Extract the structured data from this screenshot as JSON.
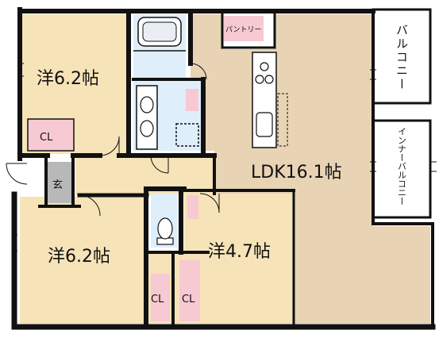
{
  "colors": {
    "floor": "#f6e3b8",
    "ldk_floor": "#e8d3b5",
    "wall": "#111111",
    "wet_area": "#dfeefb",
    "closet": "#f7c9d3",
    "entrance": "#b8b8b8",
    "balcony": "#ffffff"
  },
  "rooms": {
    "western_top": "洋6.2帖",
    "western_bottom": "洋6.2帖",
    "western_middle": "洋4.7帖",
    "ldk": "LDK16.1帖",
    "closet_top": "CL",
    "closet_bottom_1": "CL",
    "closet_bottom_2": "CL",
    "entrance": "玄",
    "pantry": "パントリー",
    "balcony": "バルコニー",
    "inner_balcony": "インナーバルコニー"
  }
}
